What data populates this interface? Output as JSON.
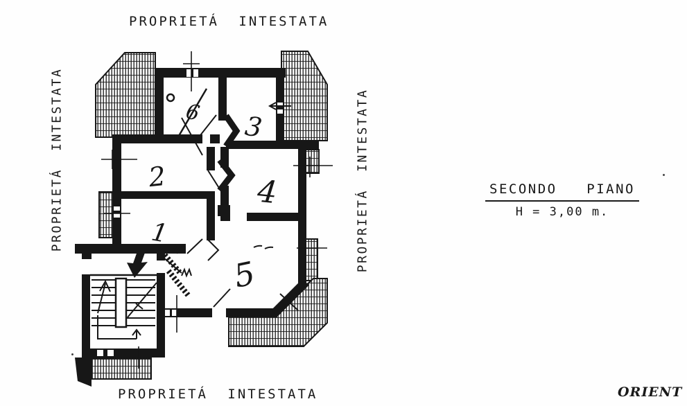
{
  "labels": {
    "top": "PROPRIETÁ  INTESTATA",
    "left": "PROPRIETÁ  INTESTATA",
    "right": "PROPRIETÁ  INTESTATA",
    "bottom": "PROPRIETÁ  INTESTATA"
  },
  "floor_info": {
    "title_word1": "SECONDO",
    "title_word2": "PIANO",
    "height": "H = 3,00 m."
  },
  "orientation_label": "ORIENT",
  "plan": {
    "type": "cadastral-floor-plan",
    "rooms": [
      {
        "id": "room-1",
        "label": "1"
      },
      {
        "id": "room-2",
        "label": "2"
      },
      {
        "id": "room-3",
        "label": "3"
      },
      {
        "id": "room-4",
        "label": "4"
      },
      {
        "id": "room-5",
        "label": "5"
      },
      {
        "id": "room-6",
        "label": "6"
      }
    ],
    "features": [
      "staircase",
      "balconies-hatched",
      "entrance-arrow",
      "dimension-crosses"
    ],
    "colors": {
      "ink": "#171717",
      "paper": "#fefefe"
    }
  }
}
